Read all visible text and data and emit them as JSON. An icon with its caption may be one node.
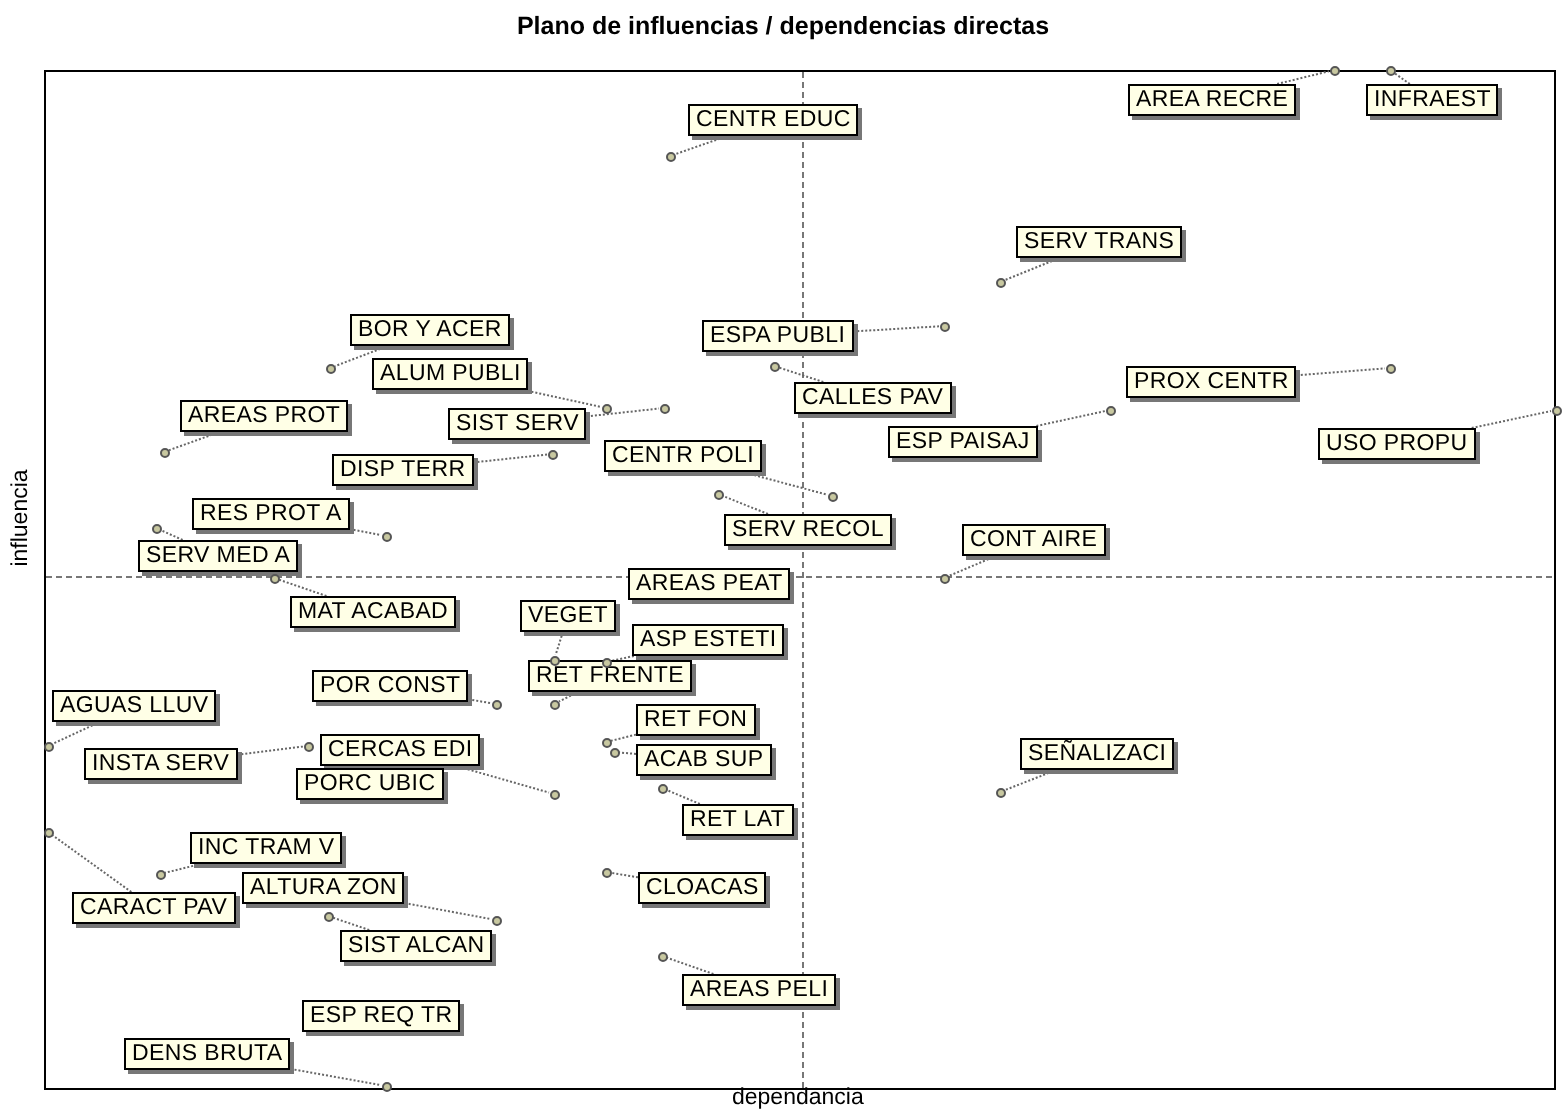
{
  "diagram": {
    "title": "Plano de influencias / dependencias directas",
    "nodes": [
      {
        "text": [
          "CENTR EDUC"
        ]
      },
      {
        "text": [
          "AREA RECRE"
        ]
      },
      {
        "text": [
          "INFRAEST"
        ]
      },
      {
        "text": [
          "SERV TRANS"
        ]
      },
      {
        "text": [
          "BOR Y ACER"
        ]
      },
      {
        "text": [
          "ESPA PUBLI"
        ]
      },
      {
        "text": [
          "ALUM PUBLI"
        ]
      },
      {
        "text": [
          "CALLES PAV"
        ]
      },
      {
        "text": [
          "AREAS PROT"
        ]
      },
      {
        "text": [
          "SIST SERV"
        ]
      },
      {
        "text": [
          "PROX CENTR"
        ]
      },
      {
        "text": [
          "ESP PAISAJ"
        ]
      },
      {
        "text": [
          "USO PROPU"
        ]
      },
      {
        "text": [
          "DISP TERR"
        ]
      },
      {
        "text": [
          "CENTR POLI"
        ]
      },
      {
        "text": [
          "RES PROT A"
        ]
      },
      {
        "text": [
          "SERV MED A"
        ]
      },
      {
        "text": [
          "SERV RECOL"
        ]
      },
      {
        "text": [
          "CONT AIRE"
        ]
      },
      {
        "text": [
          "AREAS PEAT"
        ]
      },
      {
        "text": [
          "MAT ACABAD"
        ]
      },
      {
        "text": [
          "VEGET"
        ]
      },
      {
        "text": [
          "ASP ESTETI"
        ]
      },
      {
        "text": [
          "RET FRENTE"
        ]
      },
      {
        "text": [
          "POR CONST"
        ]
      },
      {
        "text": [
          "AGUAS LLUV"
        ]
      },
      {
        "text": [
          "RET FON"
        ]
      },
      {
        "text": [
          "CERCAS EDI"
        ]
      },
      {
        "text": [
          "INSTA SERV"
        ]
      },
      {
        "text": [
          "ACAB SUP"
        ]
      },
      {
        "text": [
          "PORC UBIC"
        ]
      },
      {
        "text": [
          "SEÑALIZACI"
        ]
      },
      {
        "text": [
          "RET LAT"
        ]
      },
      {
        "text": [
          "INC TRAM V"
        ]
      },
      {
        "text": [
          "ALTURA ZON"
        ]
      },
      {
        "text": [
          "CLOACAS"
        ]
      },
      {
        "text": [
          "CARACT PAV"
        ]
      },
      {
        "text": [
          "SIST ALCAN"
        ]
      },
      {
        "text": [
          "AREAS PELI"
        ]
      },
      {
        "text": [
          "ESP REQ TR"
        ]
      },
      {
        "text": [
          "DENS BRUTA"
        ]
      },
      {
        "text": [],
        "shape": "circle"
      },
      {
        "text": [],
        "shape": "circle"
      },
      {
        "text": [],
        "shape": "circle"
      },
      {
        "text": [],
        "shape": "circle"
      },
      {
        "text": [],
        "shape": "circle"
      },
      {
        "text": [],
        "shape": "circle"
      },
      {
        "text": [],
        "shape": "circle"
      },
      {
        "text": [],
        "shape": "circle"
      },
      {
        "text": [],
        "shape": "circle"
      },
      {
        "text": [],
        "shape": "circle"
      },
      {
        "text": [],
        "shape": "circle"
      },
      {
        "text": [],
        "shape": "circle"
      },
      {
        "text": [],
        "shape": "circle"
      },
      {
        "text": [],
        "shape": "circle"
      },
      {
        "text": [],
        "shape": "circle"
      },
      {
        "text": [],
        "shape": "circle"
      },
      {
        "text": [],
        "shape": "circle"
      },
      {
        "text": [],
        "shape": "circle"
      },
      {
        "text": [],
        "shape": "circle"
      },
      {
        "text": [],
        "shape": "circle"
      },
      {
        "text": [],
        "shape": "circle"
      },
      {
        "text": [],
        "shape": "circle"
      },
      {
        "text": [],
        "shape": "circle"
      },
      {
        "text": [],
        "shape": "circle"
      },
      {
        "text": [],
        "shape": "circle"
      },
      {
        "text": [],
        "shape": "circle"
      },
      {
        "text": [],
        "shape": "circle"
      },
      {
        "text": [],
        "shape": "circle"
      },
      {
        "text": [],
        "shape": "circle"
      },
      {
        "text": [],
        "shape": "circle"
      },
      {
        "text": [],
        "shape": "circle"
      },
      {
        "text": [],
        "shape": "circle"
      },
      {
        "text": [],
        "shape": "circle"
      },
      {
        "text": [],
        "shape": "circle"
      },
      {
        "text": [],
        "shape": "circle"
      },
      {
        "text": [],
        "shape": "circle"
      },
      {
        "text": [],
        "shape": "circle"
      },
      {
        "text": [],
        "shape": "circle"
      }
    ],
    "edges": [
      {
        "from": 0,
        "to": 41,
        "arrow": "none"
      },
      {
        "from": 1,
        "to": 42,
        "arrow": "none"
      },
      {
        "from": 2,
        "to": 43,
        "arrow": "none"
      },
      {
        "from": 3,
        "to": 44,
        "arrow": "none"
      },
      {
        "from": 4,
        "to": 45,
        "arrow": "none"
      },
      {
        "from": 5,
        "to": 46,
        "arrow": "none"
      },
      {
        "from": 6,
        "to": 47,
        "arrow": "none"
      },
      {
        "from": 7,
        "to": 48,
        "arrow": "none"
      },
      {
        "from": 8,
        "to": 49,
        "arrow": "none"
      },
      {
        "from": 9,
        "to": 50,
        "arrow": "none"
      },
      {
        "from": 10,
        "to": 51,
        "arrow": "none"
      },
      {
        "from": 11,
        "to": 52,
        "arrow": "none"
      },
      {
        "from": 12,
        "to": 53,
        "arrow": "none"
      },
      {
        "from": 13,
        "to": 54,
        "arrow": "none"
      },
      {
        "from": 14,
        "to": 55,
        "arrow": "none"
      },
      {
        "from": 15,
        "to": 56,
        "arrow": "none"
      },
      {
        "from": 16,
        "to": 57,
        "arrow": "none"
      },
      {
        "from": 17,
        "to": 58,
        "arrow": "none"
      },
      {
        "from": 18,
        "to": 59,
        "arrow": "none"
      },
      {
        "from": 20,
        "to": 60,
        "arrow": "none"
      },
      {
        "from": 21,
        "to": 61,
        "arrow": "none"
      },
      {
        "from": 22,
        "to": 62,
        "arrow": "none"
      },
      {
        "from": 23,
        "to": 63,
        "arrow": "none"
      },
      {
        "from": 24,
        "to": 64,
        "arrow": "none"
      },
      {
        "from": 25,
        "to": 65,
        "arrow": "none"
      },
      {
        "from": 26,
        "to": 66,
        "arrow": "none"
      },
      {
        "from": 27,
        "to": 67,
        "arrow": "none"
      },
      {
        "from": 28,
        "to": 68,
        "arrow": "none"
      },
      {
        "from": 29,
        "to": 69,
        "arrow": "none"
      },
      {
        "from": 31,
        "to": 70,
        "arrow": "none"
      },
      {
        "from": 32,
        "to": 71,
        "arrow": "none"
      },
      {
        "from": 33,
        "to": 72,
        "arrow": "none"
      },
      {
        "from": 34,
        "to": 73,
        "arrow": "none"
      },
      {
        "from": 35,
        "to": 74,
        "arrow": "none"
      },
      {
        "from": 36,
        "to": 75,
        "arrow": "none"
      },
      {
        "from": 37,
        "to": 76,
        "arrow": "none"
      },
      {
        "from": 38,
        "to": 77,
        "arrow": "none"
      },
      {
        "from": 40,
        "to": 78,
        "arrow": "none"
      }
    ],
    "labels": [
      "dependancia",
      "influencia"
    ]
  }
}
